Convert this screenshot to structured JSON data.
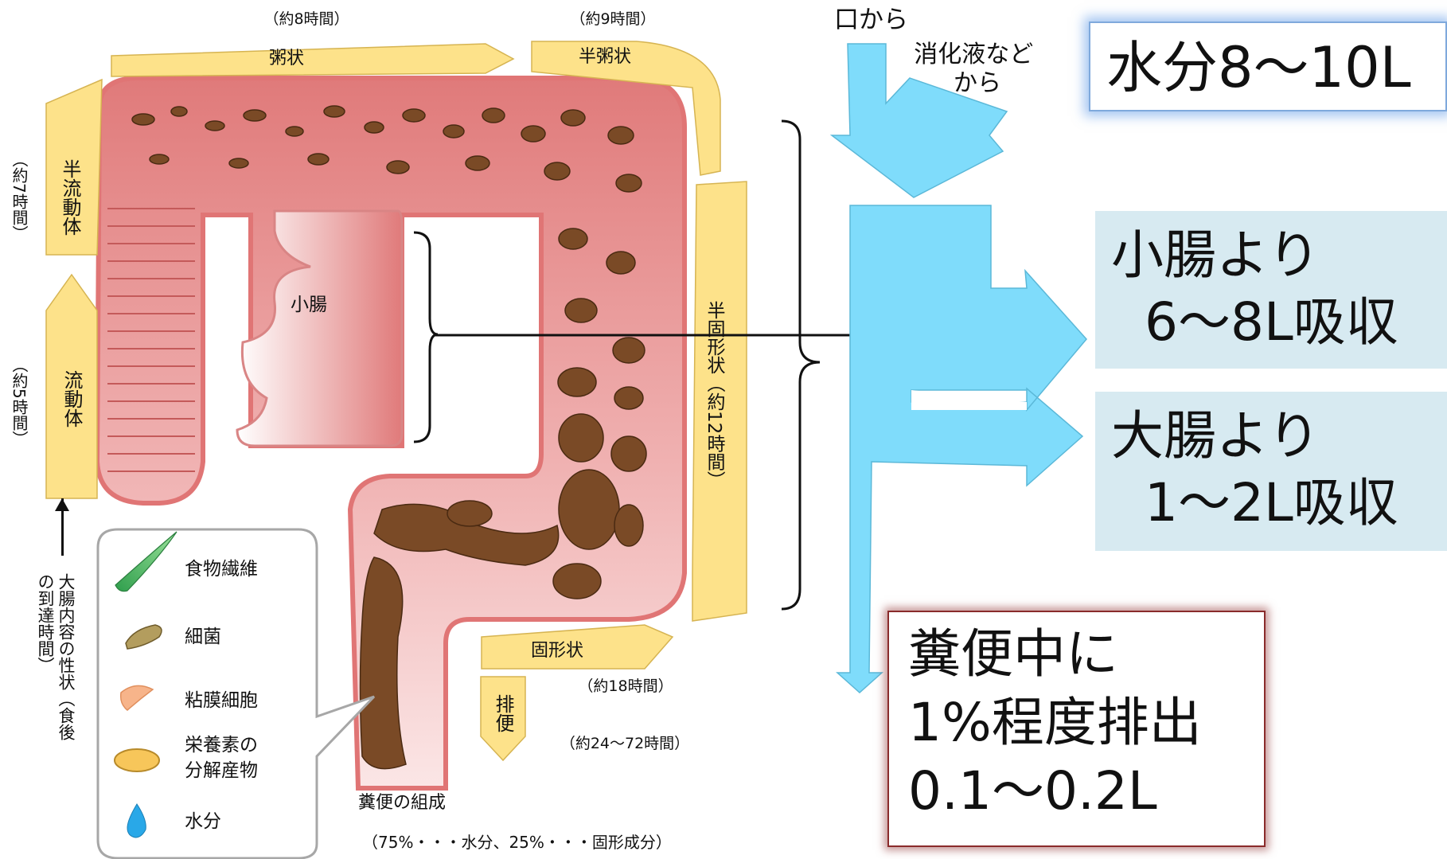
{
  "colon": {
    "time_top_left": "（約8時間）",
    "time_top_right": "（約9時間）",
    "state_gruel": "粥状",
    "state_semi_gruel": "半粥状",
    "state_semi_fluid": "半流動体",
    "time_semi_fluid": "（約7時間）",
    "state_fluid": "流動体",
    "time_fluid": "（約5時間）",
    "state_semi_solid": "半固形状（約12時間）",
    "state_solid": "固形状",
    "time_solid": "（約18時間）",
    "state_excretion": "排便",
    "time_excretion": "（約24〜72時間）",
    "small_intestine": "小腸",
    "caption": "大腸内容の性状（食後の到達時間）"
  },
  "legend": {
    "items": [
      {
        "label": "食物繊維",
        "icon": "fiber-icon"
      },
      {
        "label": "細菌",
        "icon": "bacteria-icon"
      },
      {
        "label": "粘膜細胞",
        "icon": "mucosal-cell-icon"
      },
      {
        "label": "栄養素の分解産物",
        "icon": "nutrient-icon"
      },
      {
        "label": "水分",
        "icon": "water-drop-icon"
      }
    ]
  },
  "composition": {
    "title": "糞便の組成",
    "detail": "（75%・・・水分、25%・・・固形成分）"
  },
  "flow": {
    "from_mouth": "口から",
    "from_digestive": "消化液などから",
    "water_total": "水分8〜10L",
    "small_intestine_absorb": "小腸より\n  6〜8L吸収",
    "large_intestine_absorb": "大腸より\n  1〜2L吸収",
    "feces_excreted": [
      "糞便中に",
      "1%程度排出",
      "0.1〜0.2L"
    ]
  },
  "colors": {
    "arrow_yellow": "#fde28a",
    "flow_blue": "#7fdcfb",
    "colon_pink": "#e58080",
    "stool_brown": "#7a4a26",
    "absorb_box": "#d7eaf1"
  }
}
